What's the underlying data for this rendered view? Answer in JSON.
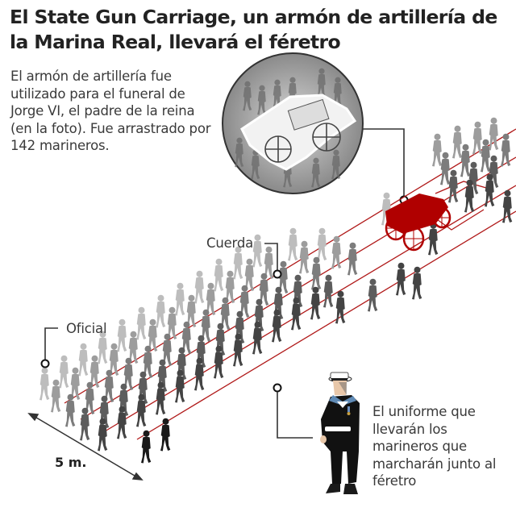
{
  "header": {
    "title": "El State Gun Carriage, un armón de artillería de la Marina Real, llevará el féretro"
  },
  "intro": {
    "text": "El armón de artillería fue utilizado para el funeral de Jorge VI, el padre de la reina (en la foto). Fue arrastrado por 142 marineros."
  },
  "callouts": {
    "rope": "Cuerda",
    "officer": "Oficial",
    "uniform": "El uniforme que llevarán los marineros que marcharán junto al féretro",
    "distance": "5 m."
  },
  "illustration": {
    "photo_circle": "historic-photo-gun-carriage",
    "carriage": "gun-carriage-red",
    "sailors_formation": "marching-sailors",
    "sailor_uniform": "sailor-uniform-figure"
  },
  "colors": {
    "carriage_red": "#b00000",
    "rope_red": "#b01818",
    "text": "#2b2b2b",
    "sailor_light": "#b5b5b5",
    "sailor_dark": "#1a1a1a"
  }
}
